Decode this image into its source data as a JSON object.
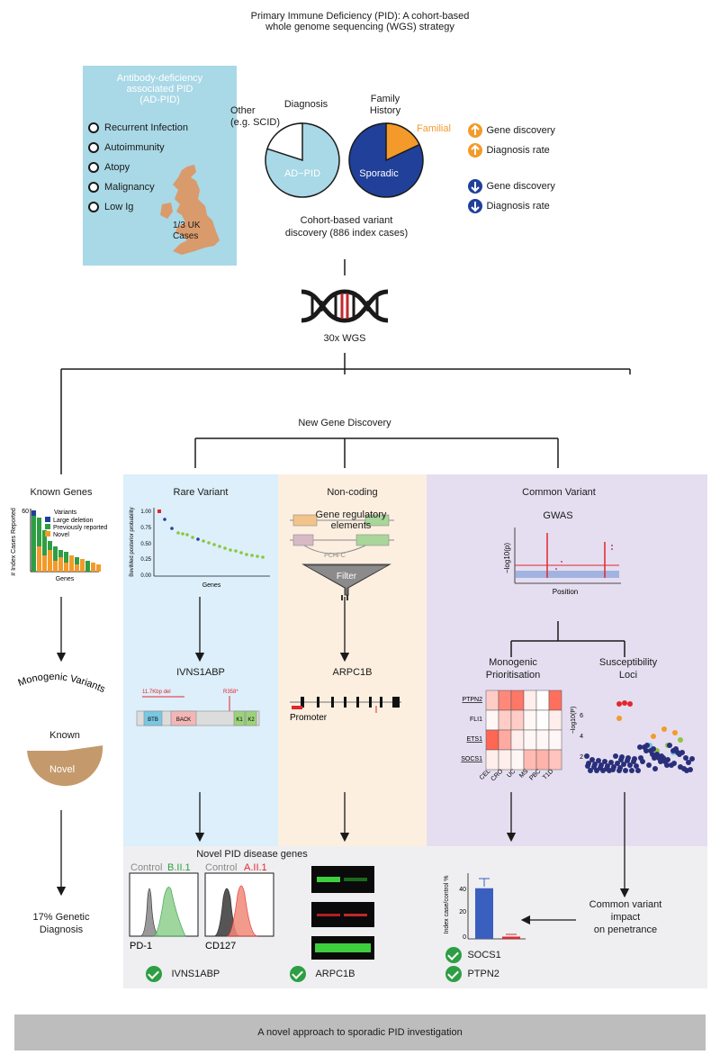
{
  "title_line1": "Primary Immune Deficiency (PID): A cohort-based",
  "title_line2": "whole genome sequencing (WGS) strategy",
  "adpid": {
    "heading_line1": "Antibody-deficiency",
    "heading_line2": "associated PID",
    "heading_line3": "(AD-PID)",
    "features": [
      "Recurrent Infection",
      "Autoimmunity",
      "Atopy",
      "Malignancy",
      "Low Ig"
    ],
    "uk_line1": "1/3 UK",
    "uk_line2": "Cases"
  },
  "diagnosis_pie": {
    "title": "Diagnosis",
    "other_line1": "Other",
    "other_line2": "(e.g. SCID)",
    "main_label": "AD−PID",
    "other_fraction": 0.2
  },
  "family_pie": {
    "title_line1": "Family",
    "title_line2": "History",
    "familial_label": "Familial",
    "sporadic_label": "Sporadic",
    "familial_fraction": 0.18
  },
  "legend": {
    "up_items": [
      "Gene discovery",
      "Diagnosis rate"
    ],
    "down_items": [
      "Gene discovery",
      "Diagnosis rate"
    ]
  },
  "cohort_line1": "Cohort-based variant",
  "cohort_line2": "discovery (886 index cases)",
  "wgs_label": "30x WGS",
  "new_gene_discovery": "New Gene Discovery",
  "known_genes": {
    "title": "Known Genes",
    "ylabel": "# Index Cases Reported",
    "xlabel": "Genes",
    "ytick_top": "60",
    "legend_title": "Variants",
    "legend_items": [
      "Large deletion",
      "Previously reported",
      "Novel"
    ]
  },
  "monogenic_variants": {
    "title": "Monogenic Variants",
    "known_label": "Known",
    "novel_label": "Novel"
  },
  "genetic_diagnosis_line1": "17% Genetic",
  "genetic_diagnosis_line2": "Diagnosis",
  "rare_variant": {
    "title": "Rare Variant",
    "ylabel": "BeviMed posterior probability",
    "xlabel": "Genes",
    "ticks": [
      "1.00",
      "0.75",
      "0.50",
      "0.25",
      "0.00"
    ],
    "gene": "IVNS1ABP",
    "domains": [
      "BTB",
      "BACK",
      "K1",
      "K2"
    ],
    "deletion_label": "11.7Kbp del",
    "mutation_label": "R358*"
  },
  "noncoding": {
    "title": "Non-coding",
    "elements_line1": "Gene regulatory",
    "elements_line2": "elements",
    "pchic_label": "PCHi-C",
    "filter_label": "Filter",
    "gene": "ARPC1B",
    "promoter_label": "Promoter"
  },
  "common_variant": {
    "title": "Common Variant",
    "gwas_title": "GWAS",
    "gwas_ylabel": "−log10(p)",
    "gwas_xlabel": "Position",
    "monogenic_line1": "Monogenic",
    "monogenic_line2": "Prioritisation",
    "susceptibility_line1": "Susceptibility",
    "susceptibility_line2": "Loci",
    "heat_rows": [
      "PTPN2",
      "FLI1",
      "ETS1",
      "SOCS1"
    ],
    "heat_cols": [
      "CEL",
      "CRO",
      "UC",
      "MS",
      "PBC",
      "T1D"
    ],
    "heat_values": [
      [
        0.3,
        0.7,
        0.8,
        0.1,
        0.0,
        0.85
      ],
      [
        0.05,
        0.3,
        0.3,
        0.05,
        0.0,
        0.1
      ],
      [
        0.9,
        0.5,
        0.1,
        0.05,
        0.05,
        0.05
      ],
      [
        0.1,
        0.1,
        0.05,
        0.4,
        0.45,
        0.35
      ]
    ],
    "susc_ylabel": "−log10(P)",
    "susc_ticks": [
      "6",
      "4",
      "2"
    ]
  },
  "novel_pid": {
    "title": "Novel PID disease genes",
    "control1": "Control",
    "patient1": "B.II.1",
    "control2": "Control",
    "patient2": "A.II.1",
    "marker1": "PD-1",
    "marker2": "CD127",
    "gene1": "IVNS1ABP",
    "gene2": "ARPC1B"
  },
  "socs": {
    "ylabel": "Index case/control %",
    "ticks": [
      "40",
      "20",
      "0"
    ],
    "bar_values": [
      45,
      2
    ],
    "gene1": "SOCS1",
    "gene2": "PTPN2"
  },
  "common_impact_line1": "Common variant",
  "common_impact_line2": "impact",
  "common_impact_line3": "on penetrance",
  "footer": "A novel approach to sporadic PID investigation",
  "colors": {
    "adpid_bg": "#a9d8e6",
    "uk_map": "#d99a6c",
    "familial": "#f39a2a",
    "sporadic": "#20409a",
    "blue_panel": "#dceffa",
    "orange_panel": "#fcefe0",
    "purple_panel": "#e4def0",
    "gray_panel": "#efeff1",
    "footer_bg": "#bdbdbd",
    "monogenic": "#c49a6c"
  }
}
